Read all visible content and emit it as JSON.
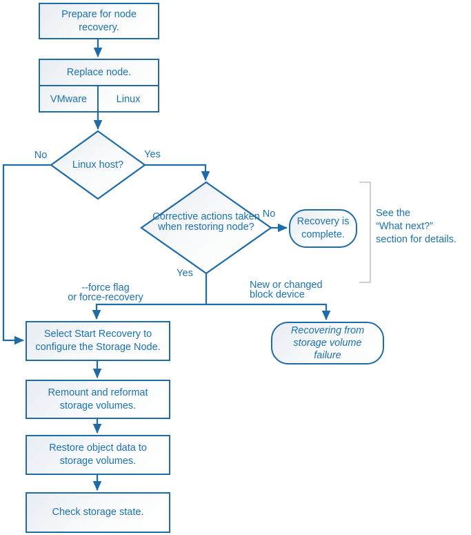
{
  "colors": {
    "stroke": "#1f6ba6",
    "text": "#1c72b0",
    "bracket": "#bfbfbf"
  },
  "nodes": {
    "prepare": {
      "lines": [
        "Prepare for node",
        "recovery."
      ]
    },
    "replace": {
      "label": "Replace node.",
      "options": [
        "VMware",
        "Linux"
      ]
    },
    "linux_host": {
      "label": "Linux host?"
    },
    "corrective": {
      "lines": [
        "Corrective",
        "actions taken when",
        "restoring node?"
      ]
    },
    "recovery_complete": {
      "lines": [
        "Recovery is",
        "complete."
      ]
    },
    "select_start": {
      "lines": [
        "Select Start Recovery to",
        "configure the Storage Node."
      ]
    },
    "recovering_volume": {
      "lines": [
        "Recovering from",
        "storage volume",
        "failure"
      ]
    },
    "remount": {
      "lines": [
        "Remount and reformat",
        "storage volumes."
      ]
    },
    "restore": {
      "lines": [
        "Restore object data to",
        "storage volumes."
      ]
    },
    "check": {
      "lines": [
        "Check storage state."
      ]
    }
  },
  "edge_labels": {
    "linux_no": "No",
    "linux_yes": "Yes",
    "corrective_no": "No",
    "corrective_yes": "Yes",
    "force": {
      "lines": [
        "--force flag",
        "or force-recovery"
      ]
    },
    "block_device": {
      "lines": [
        "New or changed",
        "block device"
      ]
    }
  },
  "annotation": {
    "see_note": {
      "lines": [
        "See the",
        "“What next?”",
        "section for details."
      ]
    }
  }
}
